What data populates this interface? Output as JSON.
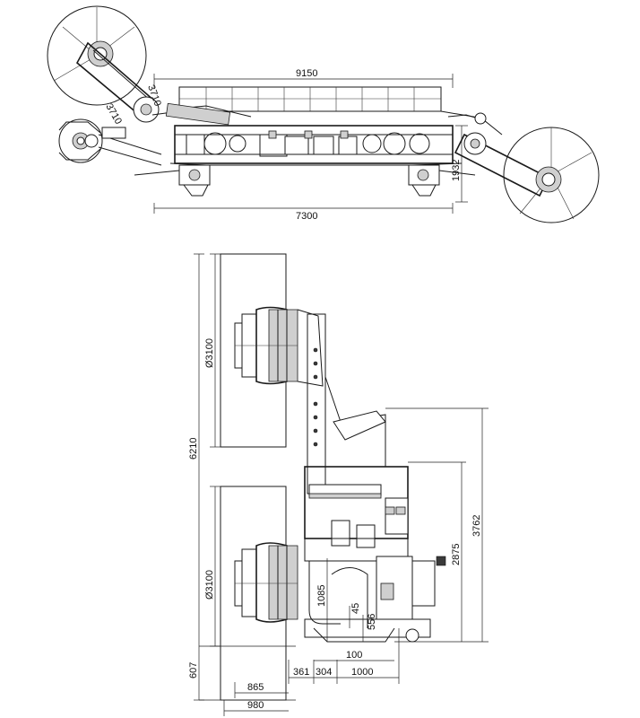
{
  "side_view": {
    "overall_length": "9150",
    "body_length": "7300",
    "height": "1932",
    "cutting_radius": "3710",
    "arm_radius": "3710"
  },
  "top_view": {
    "total_width": "6210",
    "upper_drum_diameter": "Ø3100",
    "lower_drum_diameter": "Ø3100",
    "body_height": "3762",
    "cab_height": "2875",
    "mid_height": "1085",
    "dim_45": "45",
    "dim_556": "556",
    "dim_100": "100",
    "dim_607": "607",
    "dim_361": "361",
    "dim_304": "304",
    "dim_1000": "1000",
    "dim_865": "865",
    "dim_980": "980"
  }
}
